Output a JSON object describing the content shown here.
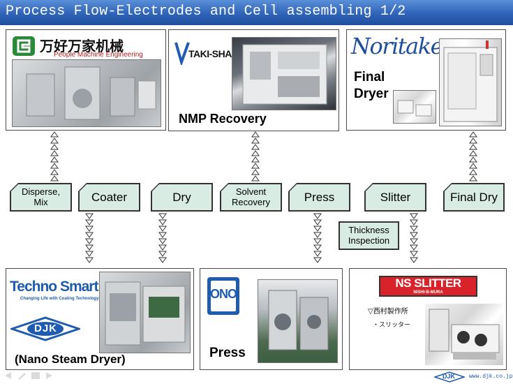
{
  "title": "Process Flow-Electrodes and Cell assembling 1/2",
  "top_panels": {
    "left": {
      "company_cn": "万好万家机械",
      "company_en": "People Machine Engineering"
    },
    "middle": {
      "logo_text": "TAKI-SHA",
      "caption": "NMP Recovery"
    },
    "right": {
      "logo_text": "Noritake",
      "caption_line1": "Final",
      "caption_line2": "Dryer"
    }
  },
  "steps": [
    {
      "line1": "Disperse,",
      "line2": "Mix"
    },
    {
      "line1": "Coater",
      "line2": ""
    },
    {
      "line1": "Dry",
      "line2": ""
    },
    {
      "line1": "Solvent",
      "line2": "Recovery"
    },
    {
      "line1": "Press",
      "line2": ""
    },
    {
      "line1": "Slitter",
      "line2": ""
    },
    {
      "line1": "Final Dry",
      "line2": ""
    }
  ],
  "sub_step": {
    "line1": "Thickness",
    "line2": "Inspection"
  },
  "bottom_panels": {
    "left": {
      "logo_text": "Techno Smart",
      "tagline": "Changing Life with Coating Technology",
      "djk_logo": "DJK",
      "caption": "(Nano Steam Dryer)"
    },
    "middle": {
      "logo_text": "ONO",
      "caption": "Press"
    },
    "right": {
      "logo_text": "NS SLITTER",
      "logo_sub": "NISHI-B-MURA",
      "maker": "▽西村製作所",
      "product": "・スリッター"
    }
  },
  "footer": {
    "logo": "DJK",
    "url": "www.djk.co.jp"
  },
  "colors": {
    "title_bar": "#2f63b8",
    "step_fill": "#d8ece4",
    "logo_red": "#d8232a",
    "logo_blue": "#1f5bb0",
    "logo_green": "#2a8a3a"
  }
}
